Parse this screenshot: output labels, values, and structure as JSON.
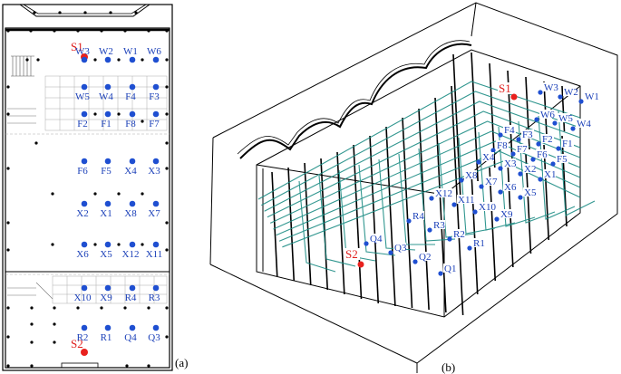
{
  "figure": {
    "panel_a_label": "(a)",
    "panel_b_label": "(b)"
  },
  "colors": {
    "sensor": "#1f4fd1",
    "source": "#e8211e",
    "structure": "#000000",
    "piping": "#1c8c84"
  },
  "sources": [
    {
      "id": "S1",
      "label": "S1"
    },
    {
      "id": "S2",
      "label": "S2"
    }
  ],
  "sensors": [
    {
      "label": "W3"
    },
    {
      "label": "W2"
    },
    {
      "label": "W1"
    },
    {
      "label": "W6"
    },
    {
      "label": "W5"
    },
    {
      "label": "W4"
    },
    {
      "label": "F4"
    },
    {
      "label": "F3"
    },
    {
      "label": "F2"
    },
    {
      "label": "F1"
    },
    {
      "label": "F8"
    },
    {
      "label": "F7"
    },
    {
      "label": "F6"
    },
    {
      "label": "F5"
    },
    {
      "label": "X4"
    },
    {
      "label": "X3"
    },
    {
      "label": "X2"
    },
    {
      "label": "X1"
    },
    {
      "label": "X8"
    },
    {
      "label": "X7"
    },
    {
      "label": "X6"
    },
    {
      "label": "X5"
    },
    {
      "label": "X12"
    },
    {
      "label": "X11"
    },
    {
      "label": "X10"
    },
    {
      "label": "X9"
    },
    {
      "label": "R4"
    },
    {
      "label": "R3"
    },
    {
      "label": "R2"
    },
    {
      "label": "R1"
    },
    {
      "label": "Q4"
    },
    {
      "label": "Q3"
    },
    {
      "label": "Q2"
    },
    {
      "label": "Q1"
    }
  ]
}
